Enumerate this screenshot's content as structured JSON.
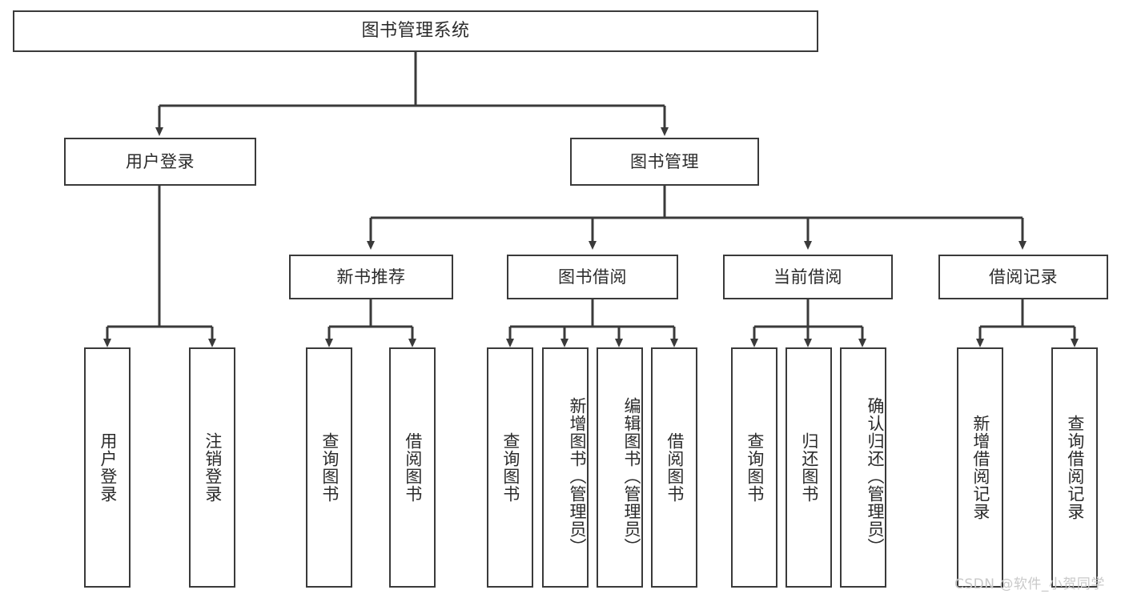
{
  "diagram": {
    "title": "图书管理系统",
    "type": "tree-hierarchy",
    "root": {
      "label": "图书管理系统"
    },
    "level1": [
      {
        "label": "用户登录"
      },
      {
        "label": "图书管理"
      }
    ],
    "level2": [
      {
        "label": "新书推荐",
        "parent": "图书管理"
      },
      {
        "label": "图书借阅",
        "parent": "图书管理"
      },
      {
        "label": "当前借阅",
        "parent": "图书管理"
      },
      {
        "label": "借阅记录",
        "parent": "图书管理"
      }
    ],
    "leaves": {
      "user_login": [
        {
          "label": "用户登录"
        },
        {
          "label": "注销登录"
        }
      ],
      "new_book_recommend": [
        {
          "label": "查询图书"
        },
        {
          "label": "借阅图书"
        }
      ],
      "book_borrow": [
        {
          "label": "查询图书"
        },
        {
          "label": "新增图书（管理员）"
        },
        {
          "label": "编辑图书（管理员）"
        },
        {
          "label": "借阅图书"
        }
      ],
      "current_borrow": [
        {
          "label": "查询图书"
        },
        {
          "label": "归还图书"
        },
        {
          "label": "确认归还（管理员）"
        }
      ],
      "borrow_record": [
        {
          "label": "新增借阅记录"
        },
        {
          "label": "查询借阅记录"
        }
      ]
    }
  },
  "watermark": {
    "text": "CSDN @软件_小贺同学"
  },
  "colors": {
    "background": "#ffffff",
    "stroke": "#3a3a3a",
    "text": "#2b2b2b",
    "watermark": "#c9c9c9"
  }
}
